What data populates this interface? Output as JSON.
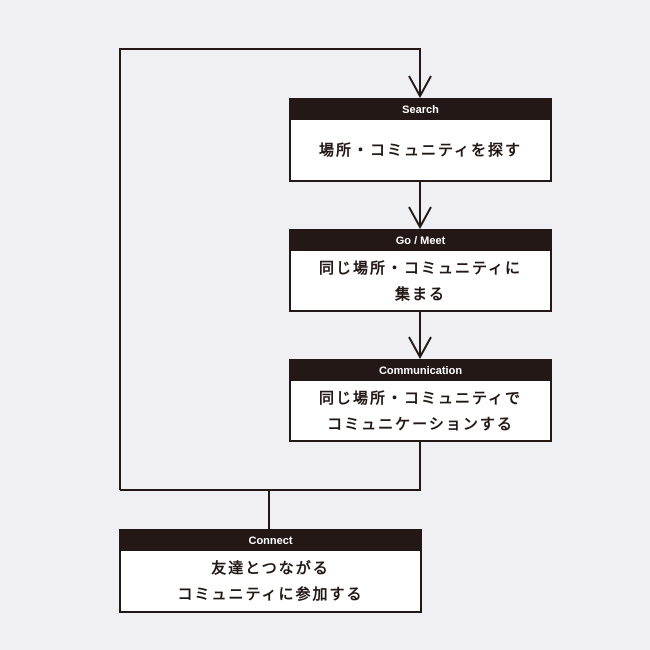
{
  "colors": {
    "ink": "#231815",
    "background": "#f0eff4",
    "box_fill": "#ffffff",
    "header_text": "#ffffff"
  },
  "steps": [
    {
      "id": "search",
      "title": "Search",
      "lines": [
        "場所・コミュニティを探す"
      ]
    },
    {
      "id": "go-meet",
      "title": "Go / Meet",
      "lines": [
        "同じ場所・コミュニティに",
        "集まる"
      ]
    },
    {
      "id": "communication",
      "title": "Communication",
      "lines": [
        "同じ場所・コミュニティで",
        "コミュニケーションする"
      ]
    },
    {
      "id": "connect",
      "title": "Connect",
      "lines": [
        "友達とつながる",
        "コミュニティに参加する"
      ]
    }
  ],
  "connectors": [
    {
      "from": "search",
      "to": "go-meet",
      "type": "arrow"
    },
    {
      "from": "go-meet",
      "to": "communication",
      "type": "arrow"
    },
    {
      "from": "communication",
      "to": "connect",
      "type": "line"
    },
    {
      "from": "connect",
      "to": "search",
      "type": "loop-arrow"
    }
  ]
}
